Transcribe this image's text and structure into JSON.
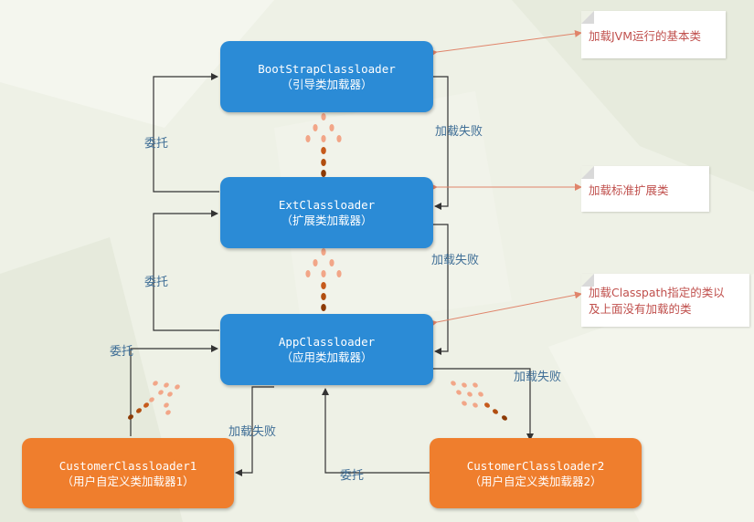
{
  "boxes": {
    "bootstrap": {
      "name": "BootStrapClassloader",
      "sub": "（引导类加载器）"
    },
    "ext": {
      "name": "ExtClassloader",
      "sub": "（扩展类加载器）"
    },
    "app": {
      "name": "AppClassloader",
      "sub": "（应用类加载器）"
    },
    "custom1": {
      "name": "CustomerClassloader1",
      "sub": "（用户自定义类加载器1）"
    },
    "custom2": {
      "name": "CustomerClassloader2",
      "sub": "（用户自定义类加载器2）"
    }
  },
  "labels": {
    "delegate": "委托",
    "load_failed": "加载失败"
  },
  "notes": {
    "bootstrap_note": "加载JVM运行的基本类",
    "ext_note": "加载标准扩展类",
    "app_note_line1": "加载Classpath指定的类以",
    "app_note_line2": "及上面没有加载的类"
  },
  "colors": {
    "blue_box": "#2b8bd6",
    "orange_box": "#ef7e2d",
    "arrow": "#333333",
    "note_arrow": "#e0846a",
    "label_text": "#3f6e96",
    "note_text": "#c0504d"
  }
}
